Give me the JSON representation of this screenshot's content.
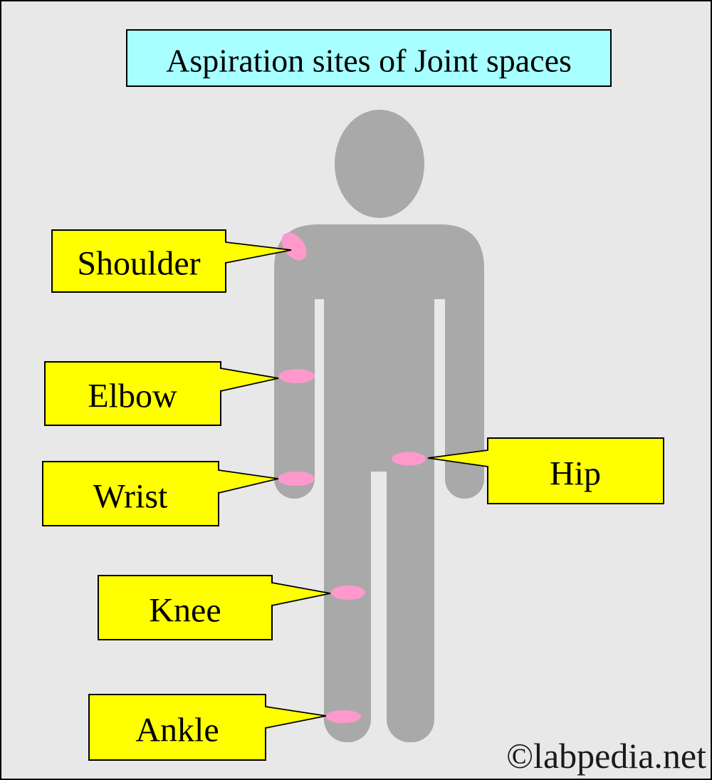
{
  "title": {
    "text": "Aspiration sites of Joint spaces"
  },
  "callouts": [
    {
      "id": "shoulder",
      "label": "Shoulder"
    },
    {
      "id": "elbow",
      "label": "Elbow"
    },
    {
      "id": "wrist",
      "label": "Wrist"
    },
    {
      "id": "hip",
      "label": "Hip"
    },
    {
      "id": "knee",
      "label": "Knee"
    },
    {
      "id": "ankle",
      "label": "Ankle"
    }
  ],
  "figure": {
    "description": "Gray human body silhouette with pink markers at joint aspiration sites",
    "markers": [
      "shoulder",
      "elbow",
      "wrist",
      "hip",
      "knee",
      "ankle"
    ]
  },
  "watermark": {
    "text": "©labpedia.net"
  },
  "colors": {
    "background": "#E8E8E8",
    "body_gray": "#A9A9A9",
    "marker_pink": "#FF99CC",
    "callout_yellow": "#FFFF00",
    "title_cyan": "#A8FFFF",
    "outline": "#000000"
  }
}
